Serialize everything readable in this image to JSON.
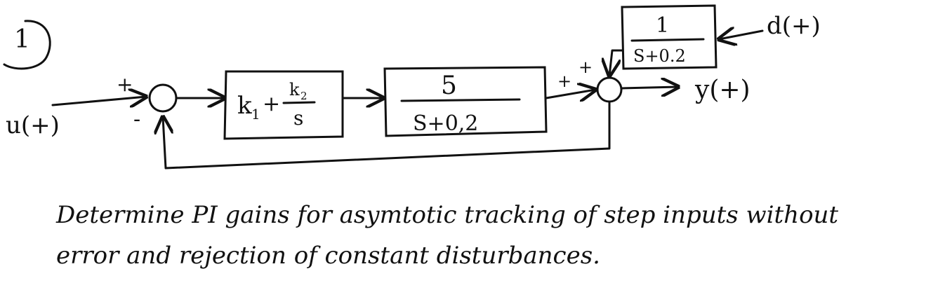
{
  "problem_number": "1",
  "signals": {
    "input": "u(+)",
    "output": "y(+)",
    "disturbance": "d(+)"
  },
  "signs": {
    "sum1_reference": "+",
    "sum1_feedback": "-",
    "sum2_plant": "+",
    "sum2_disturbance": "+"
  },
  "blocks": {
    "controller": {
      "main": "k",
      "sub1": "1",
      "plus": "+",
      "frac_num": "k",
      "frac_num_sub": "2",
      "frac_den": "s"
    },
    "plant": {
      "numerator": "5",
      "denominator": "S+0,2"
    },
    "disturbance_filter": {
      "numerator": "1",
      "denominator": "S+0.2"
    }
  },
  "text": {
    "line1": "Determine PI gains for asymtotic tracking of step inputs without",
    "line2": "error and rejection of constant disturbances."
  }
}
